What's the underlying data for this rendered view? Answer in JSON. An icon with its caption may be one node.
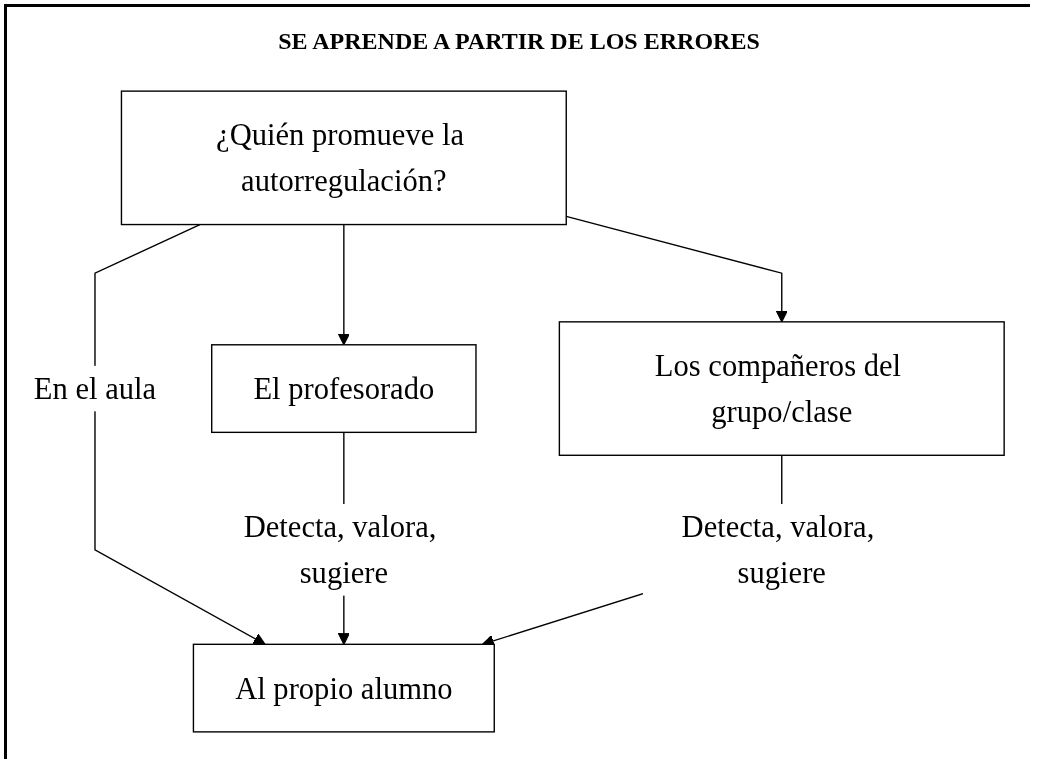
{
  "diagram": {
    "title": "SE APRENDE A PARTIR DE LOS ERRORES",
    "nodes": [
      {
        "text": [
          "¿Quién promueve la autorregulación?"
        ]
      },
      {
        "text": [
          "El profesorado"
        ]
      },
      {
        "text": [
          "Los compañeros del grupo/clase"
        ]
      },
      {
        "text": [
          "Al propio alumno"
        ]
      }
    ],
    "edges": [
      {
        "from": 0,
        "to": 1,
        "arrow": "to"
      },
      {
        "from": 0,
        "to": 3,
        "arrow": "to",
        "label": "En el aula"
      },
      {
        "from": 0,
        "to": 2,
        "arrow": "to"
      },
      {
        "from": 1,
        "to": 3,
        "arrow": "to",
        "label": "Detecta, valora, sugiere"
      },
      {
        "from": 2,
        "to": 3,
        "arrow": "to",
        "label": "Detecta, valora, sugiere"
      }
    ]
  }
}
